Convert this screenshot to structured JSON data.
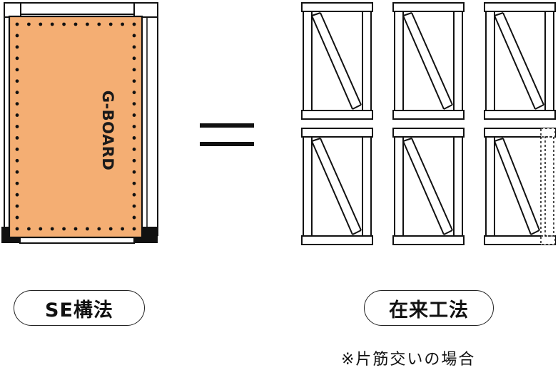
{
  "left_panel": {
    "board_label": "G-BOARD",
    "colors": {
      "board": "#f4ae73",
      "outline": "#111111",
      "dots": "#111111",
      "frame": "#ffffff"
    }
  },
  "equals_sign": "=",
  "right_panel": {
    "frames": [
      {
        "row": 1,
        "col": 1,
        "style": "full-brace"
      },
      {
        "row": 1,
        "col": 2,
        "style": "full-brace"
      },
      {
        "row": 1,
        "col": 3,
        "style": "full-brace"
      },
      {
        "row": 2,
        "col": 1,
        "style": "full-brace"
      },
      {
        "row": 2,
        "col": 2,
        "style": "full-brace"
      },
      {
        "row": 2,
        "col": 3,
        "style": "dashed-right-edge"
      }
    ]
  },
  "labels": {
    "left": "SE構法",
    "right": "在来工法",
    "note": "※片筋交いの場合"
  }
}
